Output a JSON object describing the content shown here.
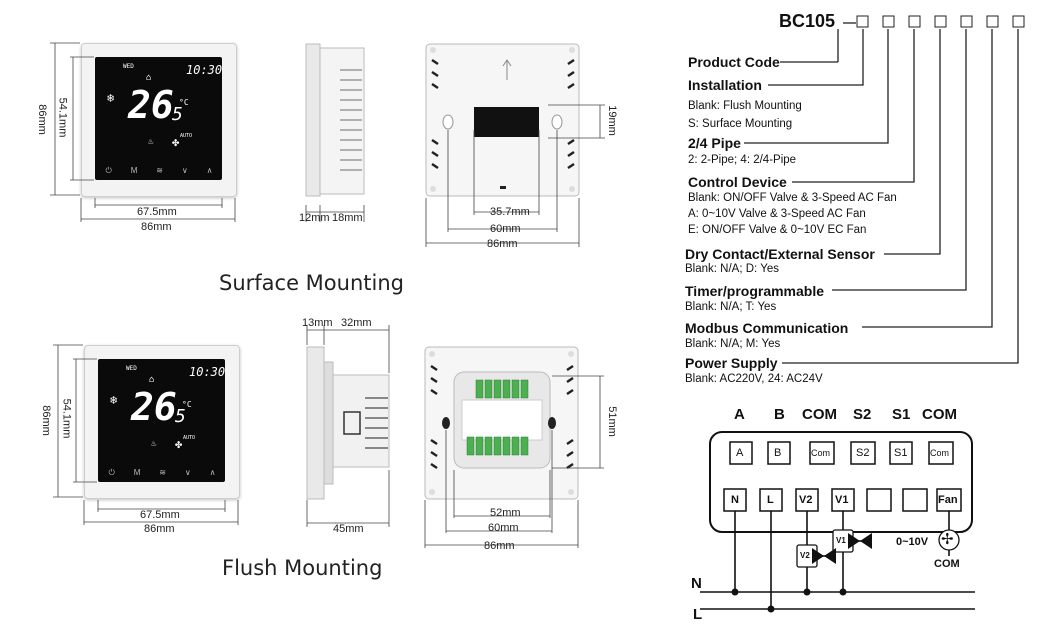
{
  "labels": {
    "surface_mounting": "Surface Mounting",
    "flush_mounting": "Flush Mounting"
  },
  "display": {
    "day": "WED",
    "time": "10:30",
    "temp_main": "26",
    "temp_decimal": "5",
    "unit": "°C",
    "mode": "AUTO",
    "buttons": [
      "⏻",
      "M",
      "≋",
      "∨",
      "∧"
    ]
  },
  "dims": {
    "front_height_outer": "86mm",
    "front_height_screen": "54.1mm",
    "front_width_screen": "67.5mm",
    "front_width_outer": "86mm",
    "side_12": "12mm",
    "side_18": "18mm",
    "back_19": "19mm",
    "back_357": "35.7mm",
    "back_60": "60mm",
    "back_86": "86mm",
    "flush_13": "13mm",
    "flush_32": "32mm",
    "flush_45": "45mm",
    "flush_51": "51mm",
    "flush_52": "52mm",
    "flush_60": "60mm",
    "flush_86": "86mm"
  },
  "product": {
    "model": "BC105",
    "box_count": 7,
    "sections": [
      {
        "title": "Product Code",
        "options": []
      },
      {
        "title": "Installation",
        "options": [
          "Blank: Flush Mounting",
          "S: Surface Mounting"
        ]
      },
      {
        "title": "2/4 Pipe",
        "options": [
          "2: 2-Pipe; 4: 2/4-Pipe"
        ]
      },
      {
        "title": "Control Device",
        "options": [
          "Blank: ON/OFF Valve & 3-Speed AC Fan",
          "A: 0~10V Valve & 3-Speed AC Fan",
          "E: ON/OFF Valve & 0~10V EC Fan"
        ]
      },
      {
        "title": "Dry Contact/External Sensor",
        "options": [
          "Blank: N/A; D: Yes"
        ]
      },
      {
        "title": "Timer/programmable",
        "options": [
          "Blank: N/A; T: Yes"
        ]
      },
      {
        "title": "Modbus Communication",
        "options": [
          "Blank: N/A; M: Yes"
        ]
      },
      {
        "title": "Power Supply",
        "options": [
          "Blank: AC220V, 24: AC24V"
        ]
      }
    ]
  },
  "wiring": {
    "top_headers": [
      "A",
      "B",
      "COM",
      "S2",
      "S1",
      "COM"
    ],
    "top_terminals": [
      "A",
      "B",
      "Com",
      "S2",
      "S1",
      "Com"
    ],
    "bottom_terminals": [
      "N",
      "L",
      "V2",
      "V1",
      "",
      "",
      "Fan"
    ],
    "valve_labels": [
      "V2",
      "V1"
    ],
    "fan_voltage": "0~10V",
    "fan_com": "COM",
    "line_n": "N",
    "line_l": "L"
  }
}
